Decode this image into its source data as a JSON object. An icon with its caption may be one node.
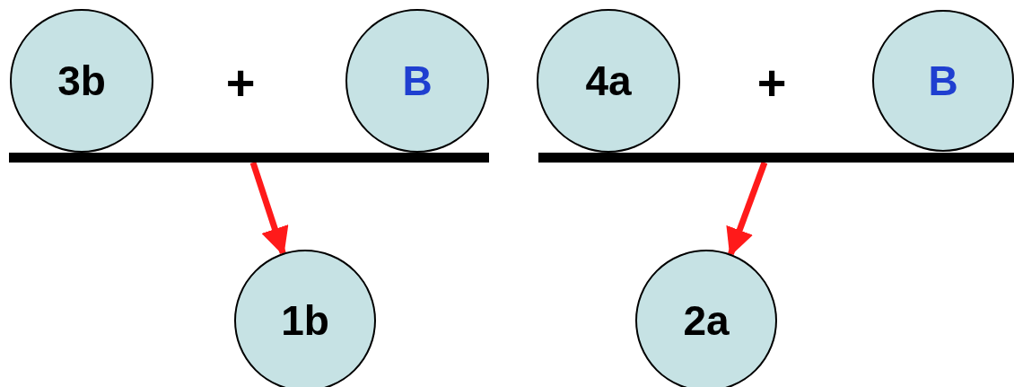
{
  "diagram": {
    "nodes": [
      {
        "text": [
          "3b"
        ]
      },
      {
        "text": [
          "B"
        ]
      },
      {
        "text": [],
        "shape": "bar"
      },
      {
        "text": [
          "1b"
        ]
      },
      {
        "text": [
          "4a"
        ]
      },
      {
        "text": [
          "B"
        ]
      },
      {
        "text": [],
        "shape": "bar"
      },
      {
        "text": [
          "2a"
        ]
      }
    ],
    "edges": [
      {
        "from": 2,
        "to": 3,
        "arrow": "to",
        "color": "#ff1a1a"
      },
      {
        "from": 6,
        "to": 7,
        "arrow": "to",
        "color": "#ff1a1a"
      }
    ],
    "labels": [
      "+",
      "+"
    ]
  }
}
